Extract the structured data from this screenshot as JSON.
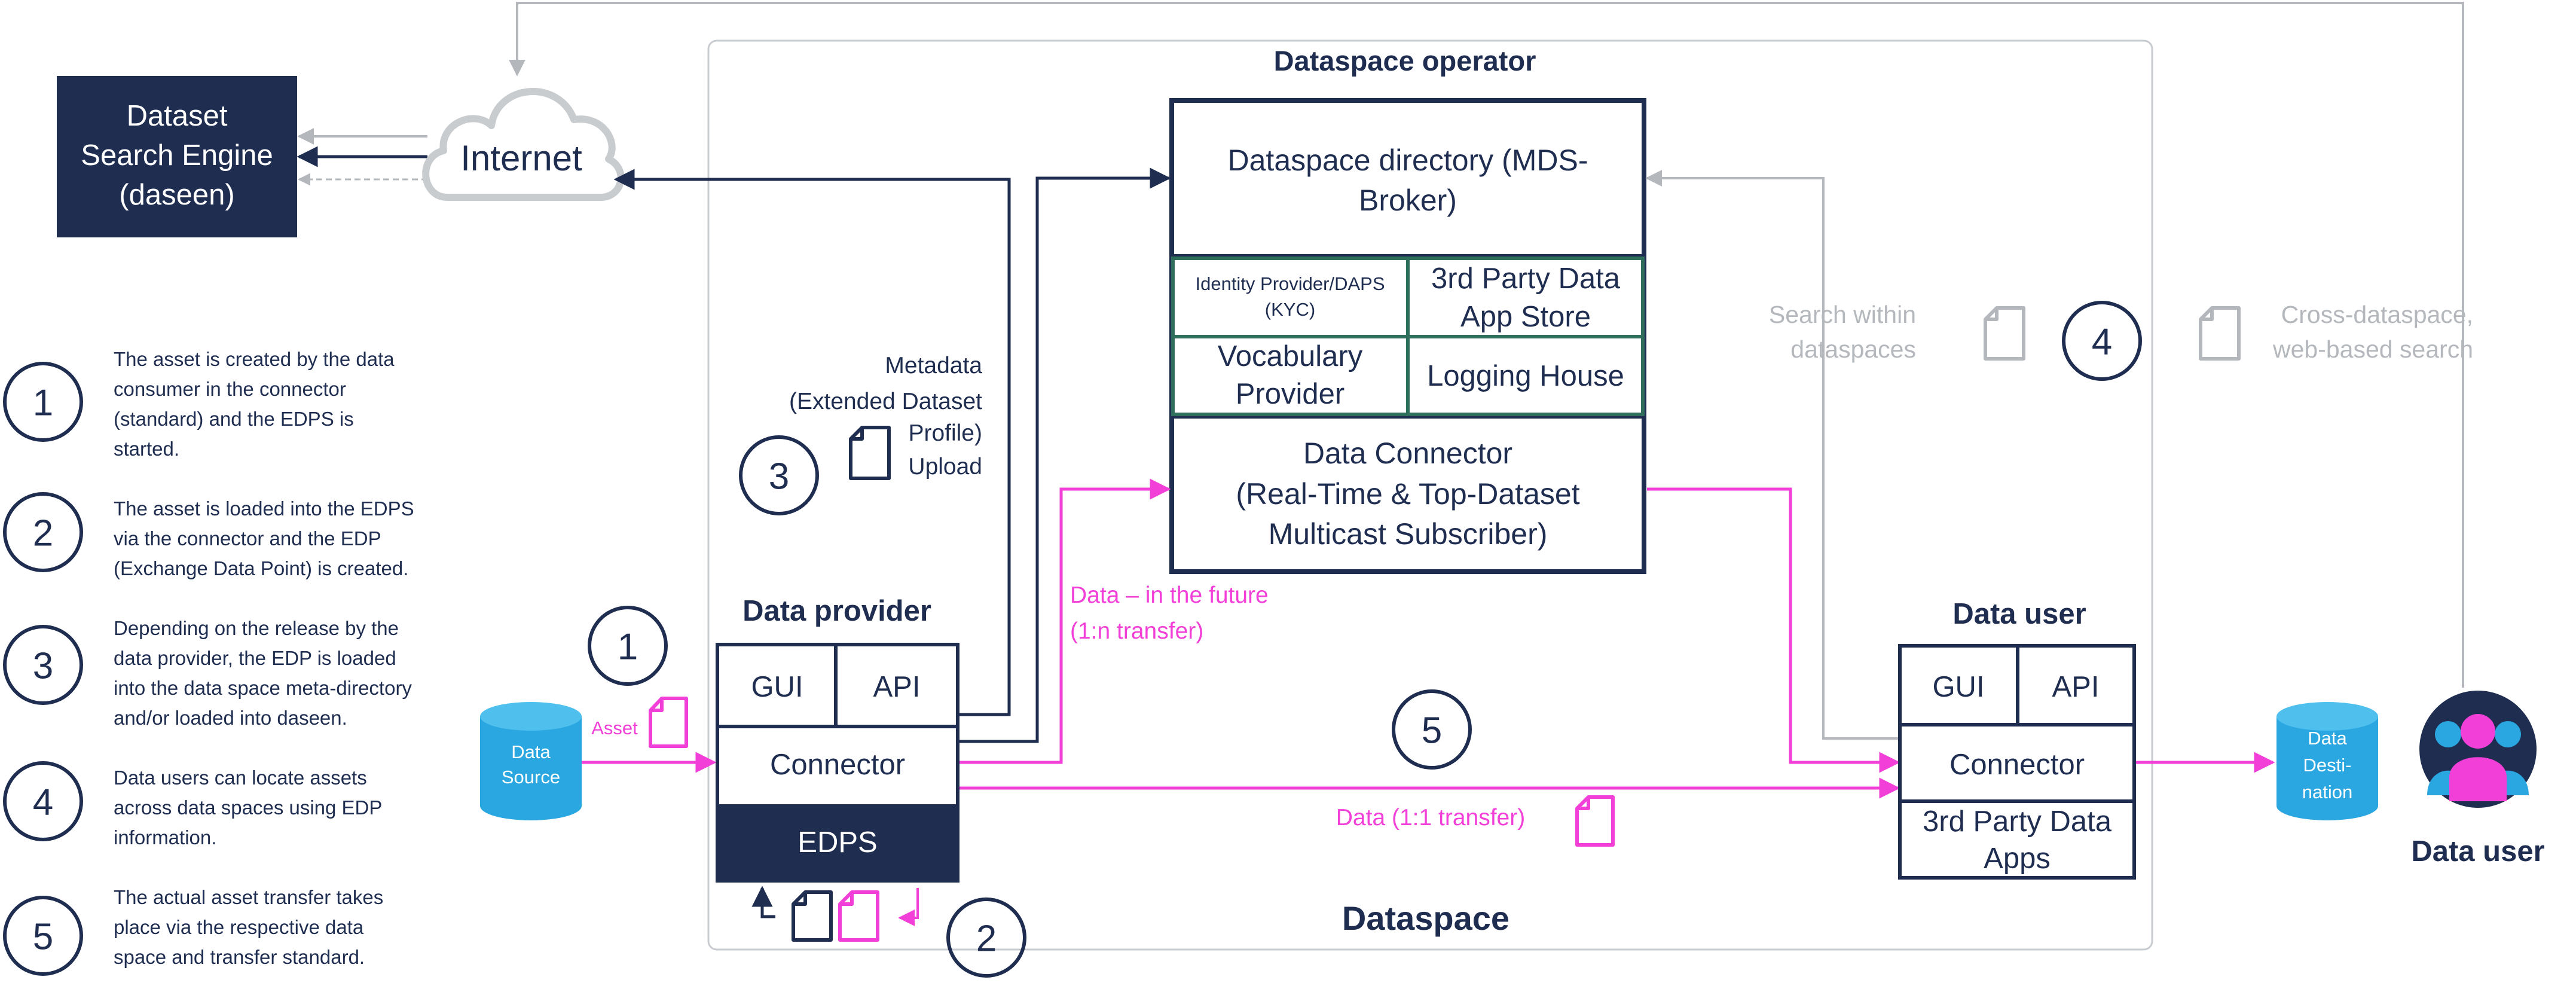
{
  "colors": {
    "navy": "#1e2d50",
    "green": "#2e6e5a",
    "pink": "#f23fd8",
    "gray": "#b4b8bd",
    "cyan": "#2aa7e0"
  },
  "search_engine": {
    "lines": [
      "Dataset",
      "Search Engine",
      "(daseen)"
    ]
  },
  "internet": {
    "label": "Internet"
  },
  "dataspace": {
    "operator_title": "Dataspace operator",
    "title": "Dataspace"
  },
  "operator": {
    "directory": [
      "Dataspace directory (MDS-",
      "Broker)"
    ],
    "identity": [
      "Identity Provider/DAPS",
      "(KYC)"
    ],
    "appstore": [
      "3rd Party Data",
      "App Store"
    ],
    "vocabulary": [
      "Vocabulary",
      "Provider"
    ],
    "logging": "Logging House",
    "connector": [
      "Data Connector",
      "(Real-Time & Top-Dataset",
      "Multicast Subscriber)"
    ]
  },
  "provider": {
    "title": "Data provider",
    "gui": "GUI",
    "api": "API",
    "connector": "Connector",
    "edps": "EDPS"
  },
  "user_box": {
    "title": "Data user",
    "gui": "GUI",
    "api": "API",
    "connector": "Connector",
    "apps": [
      "3rd Party Data",
      "Apps"
    ]
  },
  "metadata_label": [
    "Metadata",
    "(Extended Dataset",
    "Profile)",
    "Upload"
  ],
  "search_within": [
    "Search within",
    "dataspaces"
  ],
  "cross_search": [
    "Cross-dataspace,",
    "web-based search"
  ],
  "future_label": [
    "Data – in the future",
    "(1:n transfer)"
  ],
  "transfer_label": "Data (1:1 transfer)",
  "asset_label": "Asset",
  "data_source": [
    "Data",
    "Source"
  ],
  "data_destination": [
    "Data",
    "Desti-",
    "nation"
  ],
  "data_user_label": "Data user",
  "step_numbers": [
    "1",
    "2",
    "3",
    "4",
    "5"
  ],
  "legend": [
    {
      "num": "1",
      "lines": [
        "The asset is created by the data",
        "consumer in the connector",
        "(standard) and the EDPS is",
        "started."
      ]
    },
    {
      "num": "2",
      "lines": [
        "The asset is loaded into the EDPS",
        "via the connector and the EDP",
        "(Exchange Data Point) is created."
      ]
    },
    {
      "num": "3",
      "lines": [
        "Depending on the release by the",
        "data provider, the EDP is loaded",
        "into the data space meta-directory",
        "and/or loaded into daseen."
      ]
    },
    {
      "num": "4",
      "lines": [
        "Data users can locate assets",
        "across data spaces using EDP",
        "information."
      ]
    },
    {
      "num": "5",
      "lines": [
        "The actual asset transfer takes",
        "place via the respective data",
        "space and transfer standard."
      ]
    }
  ]
}
